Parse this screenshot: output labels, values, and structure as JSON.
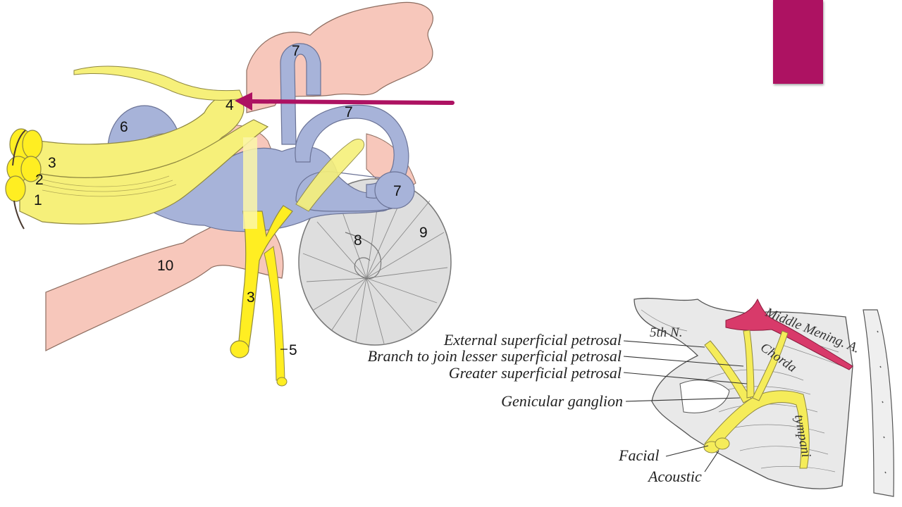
{
  "colors": {
    "accent": "#ad1262",
    "nerve": "#f6f07a",
    "nerve_bright": "#ffee22",
    "labyrinth": "#a7b3d9",
    "bone": "#f7c7bb",
    "cochlea": "#dedede",
    "artery": "#d83a6a"
  },
  "left_diagram": {
    "labels": {
      "l4": "4",
      "l7_top": "7",
      "l7_mid": "7",
      "l7_right": "7",
      "l6": "6",
      "l3_top": "3",
      "l2": "2",
      "l1": "1",
      "l8": "8",
      "l9": "9",
      "l10": "10",
      "l3_bottom": "3",
      "l5": "5"
    }
  },
  "right_diagram": {
    "labels": {
      "ext_sup_petrosal": "External superficial petrosal",
      "branch_lesser": "Branch to join lesser superficial petrosal",
      "greater_sup_petrosal": "Greater superficial petrosal",
      "genicular_ganglion": "Genicular ganglion",
      "facial": "Facial",
      "acoustic": "Acoustic",
      "fifth_n": "5th N.",
      "middle_mening": "Middle Mening. A.",
      "chorda": "Chorda",
      "tympani": "tympani"
    }
  }
}
